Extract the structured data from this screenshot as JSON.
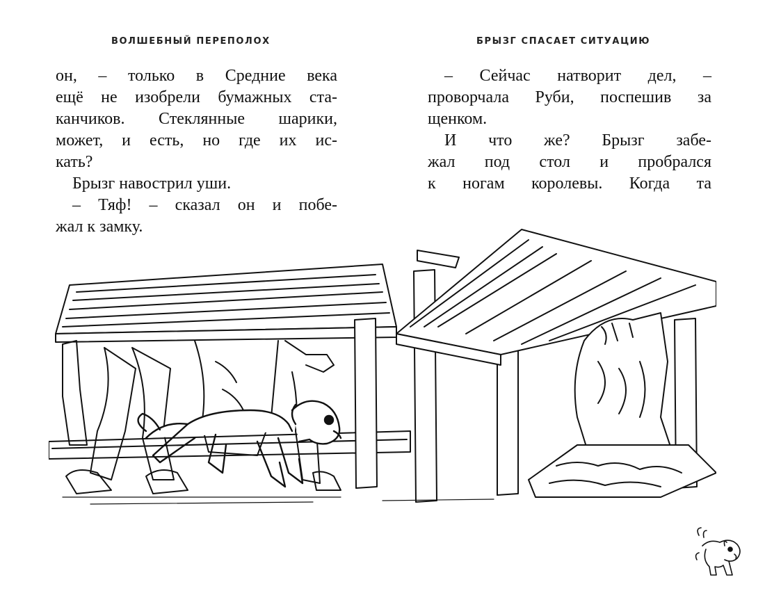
{
  "left_page": {
    "running_head": "ВОЛШЕБНЫЙ ПЕРЕПОЛОХ",
    "lines": [
      "он, – только в Средние века",
      "ещё не изобрели бумажных ста-",
      "канчиков. Стеклянные шарики,",
      "может, и есть, но где их ис-",
      "кать?",
      "Брызг навострил уши.",
      "– Тяф! – сказал он и побе-",
      "жал к замку."
    ]
  },
  "right_page": {
    "running_head": "БРЫЗГ СПАСАЕТ СИТУАЦИЮ",
    "lines": [
      "– Сейчас натворит дел, –",
      "проворчала Руби, поспешив за",
      "щенком.",
      "И что же? Брызг забе-",
      "жал под стол и пробрался",
      "к ногам королевы. Когда та"
    ]
  },
  "illustration": {
    "icon": "dog-under-table-illustration"
  },
  "corner_icon": "puppy-icon"
}
